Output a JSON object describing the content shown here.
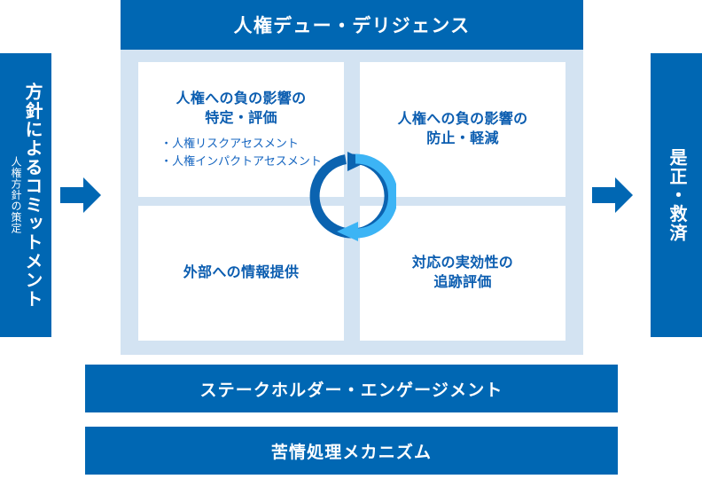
{
  "colors": {
    "primary_blue": "#0067B3",
    "light_blue_panel": "#D3E3F2",
    "cycle_dark_arrow": "#0B63B0",
    "cycle_light_arrow": "#3CB4F5",
    "text_blue": "#0B5DB0",
    "bullet_blue": "#1565C0",
    "white": "#FFFFFF"
  },
  "pillars": {
    "left": {
      "main": "方針によるコミットメント",
      "sub": "人権方針の策定"
    },
    "right": {
      "main": "是正・救済"
    }
  },
  "header": {
    "title": "人権デュー・デリジェンス"
  },
  "cycle": {
    "quadrants": [
      {
        "id": "identify",
        "title": "人権への負の影響の\n特定・評価",
        "bullets": "・人権リスクアセスメント\n・人権インパクトアセスメント"
      },
      {
        "id": "prevent",
        "title": "人権への負の影響の\n防止・軽減",
        "bullets": ""
      },
      {
        "id": "disclose",
        "title": "外部への情報提供",
        "bullets": ""
      },
      {
        "id": "track",
        "title": "対応の実効性の\n追跡評価",
        "bullets": ""
      }
    ]
  },
  "bottom_bars": [
    {
      "id": "stakeholder",
      "label": "ステークホルダー・エンゲージメント"
    },
    {
      "id": "grievance",
      "label": "苦情処理メカニズム"
    }
  ],
  "icons": {
    "arrow_left_connector": "right-arrow-icon",
    "arrow_right_connector": "right-arrow-icon",
    "cycle": "circular-cycle-arrows-icon"
  }
}
